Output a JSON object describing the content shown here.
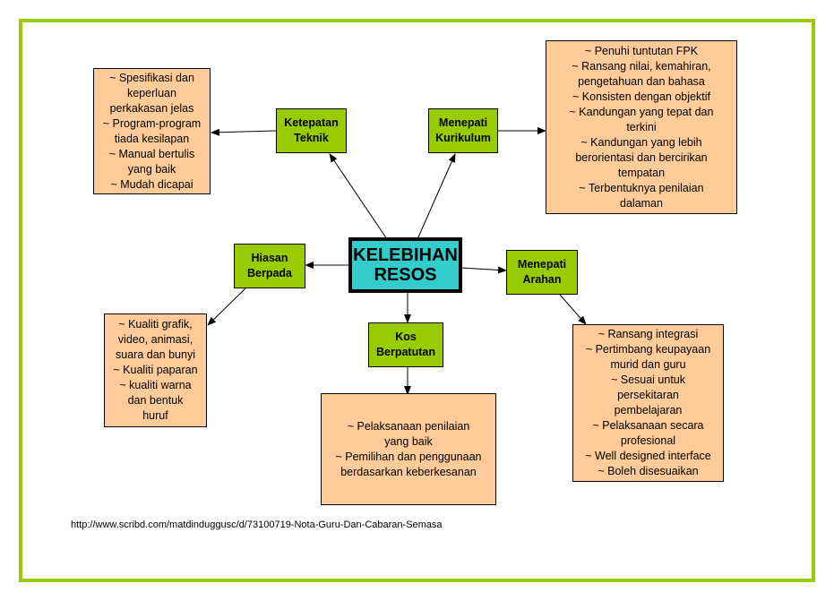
{
  "diagram": {
    "center": {
      "label_line1": "KELEBIHAN",
      "label_line2": "RESOS"
    },
    "branches": [
      {
        "id": "ketepatan-teknik",
        "label_line1": "Ketepatan",
        "label_line2": "Teknik",
        "details": "~ Spesifikasi dan\nkeperluan\nperkakasan jelas\n~ Program-program\ntiada kesilapan\n~ Manual bertulis\nyang baik\n~ Mudah dicapai"
      },
      {
        "id": "menepati-kurikulum",
        "label_line1": "Menepati",
        "label_line2": "Kurikulum",
        "details": "~ Penuhi tuntutan FPK\n~ Ransang nilai, kemahiran,\npengetahuan dan bahasa\n~ Konsisten dengan objektif\n~ Kandungan yang tepat dan\nterkini\n~ Kandungan yang lebih\nberorientasi dan bercirikan\ntempatan\n~ Terbentuknya penilaian\ndalaman"
      },
      {
        "id": "hiasan-berpada",
        "label_line1": "Hiasan",
        "label_line2": "Berpada",
        "details": "~ Kualiti grafik,\nvideo, animasi,\nsuara dan bunyi\n~ Kualiti paparan\n~ kualiti warna\ndan bentuk\nhuruf"
      },
      {
        "id": "menepati-arahan",
        "label_line1": "Menepati",
        "label_line2": "Arahan",
        "details": "~ Ransang integrasi\n~ Pertimbang keupayaan\nmurid dan guru\n~ Sesuai untuk\npersekitaran\npembelajaran\n~ Pelaksanaan secara\nprofesional\n~ Well designed interface\n~ Boleh disesuaikan"
      },
      {
        "id": "kos-berpatutan",
        "label_line1": "Kos",
        "label_line2": "Berpatutan",
        "details": "~ Pelaksanaan penilaian\nyang baik\n~ Pemilihan dan penggunaan\nberdasarkan keberkesanan"
      }
    ],
    "colors": {
      "frame": "#99cc00",
      "center_fill": "#33cccc",
      "branch_fill": "#99cc00",
      "detail_fill": "#ffcc99"
    }
  },
  "source_url": "http://www.scribd.com/matdinduggusc/d/73100719-Nota-Guru-Dan-Cabaran-Semasa"
}
